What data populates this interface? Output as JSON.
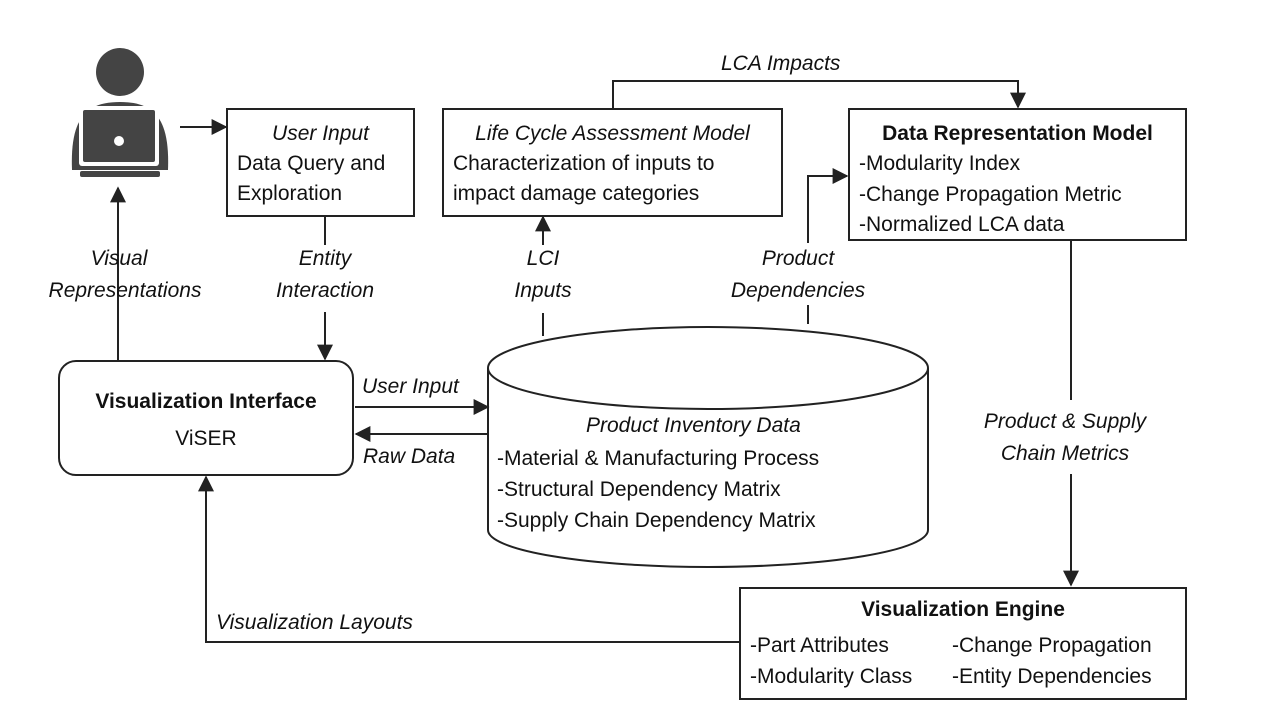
{
  "user_box": {
    "title": "User Input",
    "lines": [
      "Data Query and",
      "Exploration"
    ]
  },
  "lca_box": {
    "title": "Life Cycle Assessment Model",
    "lines": [
      "Characterization of inputs to",
      "impact damage categories"
    ]
  },
  "drm_box": {
    "title": "Data Representation Model",
    "items": [
      "-Modularity Index",
      "-Change Propagation Metric",
      "-Normalized LCA data"
    ]
  },
  "vi_box": {
    "title": "Visualization Interface",
    "subtitle": "ViSER"
  },
  "db": {
    "title": "Product Inventory Data",
    "items": [
      "-Material & Manufacturing Process",
      "-Structural Dependency Matrix",
      "-Supply Chain Dependency Matrix"
    ]
  },
  "ve_box": {
    "title": "Visualization Engine",
    "col1": [
      "-Part Attributes",
      "-Modularity Class"
    ],
    "col2": [
      "-Change Propagation",
      "-Entity Dependencies"
    ]
  },
  "edges": {
    "lca_impacts": "LCA Impacts",
    "visual_rep": [
      "Visual",
      "Representations"
    ],
    "entity_interaction": [
      "Entity",
      "Interaction"
    ],
    "lci_inputs": [
      "LCI",
      "Inputs"
    ],
    "product_dependencies": [
      "Product",
      "Dependencies"
    ],
    "user_input": "User Input",
    "raw_data": "Raw Data",
    "product_supply": [
      "Product & Supply",
      "Chain Metrics"
    ],
    "vis_layouts": "Visualization Layouts"
  }
}
